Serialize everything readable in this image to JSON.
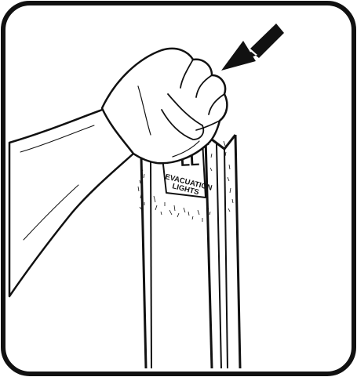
{
  "label": {
    "line_partial": "LL",
    "line_1": "EVACUATION",
    "line_2": "LIGHTS"
  },
  "colors": {
    "ink": "#111111",
    "paper": "#ffffff"
  },
  "icons": {
    "arrow": "push-arrow-icon",
    "hand": "fist-icon"
  }
}
